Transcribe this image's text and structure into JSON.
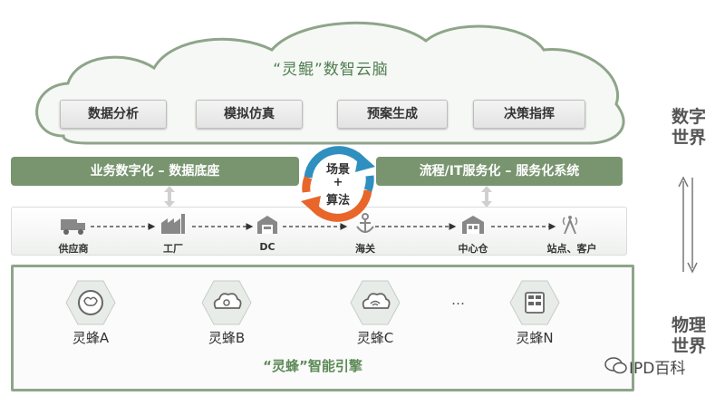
{
  "cloud": {
    "title": "“灵鲲”数智云脑",
    "modules": [
      "数据分析",
      "模拟仿真",
      "预案生成",
      "决策指挥"
    ]
  },
  "bars": {
    "left": "业务数字化 – 数据底座",
    "right": "流程/IT服务化 –  服务化系统"
  },
  "center_cycle": {
    "line1": "场景",
    "line2": "+",
    "line3": "算法"
  },
  "supply_chain": {
    "nodes": [
      "供应商",
      "工厂",
      "DC",
      "海关",
      "中心仓",
      "站点、客户"
    ]
  },
  "side_labels": {
    "top": [
      "数字",
      "世界"
    ],
    "bottom": [
      "物理",
      "世界"
    ]
  },
  "engine": {
    "title": "“灵蜂”智能引擎",
    "units": [
      "灵蜂A",
      "灵蜂B",
      "灵蜂C",
      "灵蜂N"
    ],
    "ellipsis": "…"
  },
  "watermark": "IPD百科",
  "colors": {
    "green_dark": "#4f7d4f",
    "green_bar": "#78956f",
    "green_border": "#8ea58a",
    "cycle_blue": "#2f8fbf",
    "cycle_orange": "#e8662a"
  }
}
